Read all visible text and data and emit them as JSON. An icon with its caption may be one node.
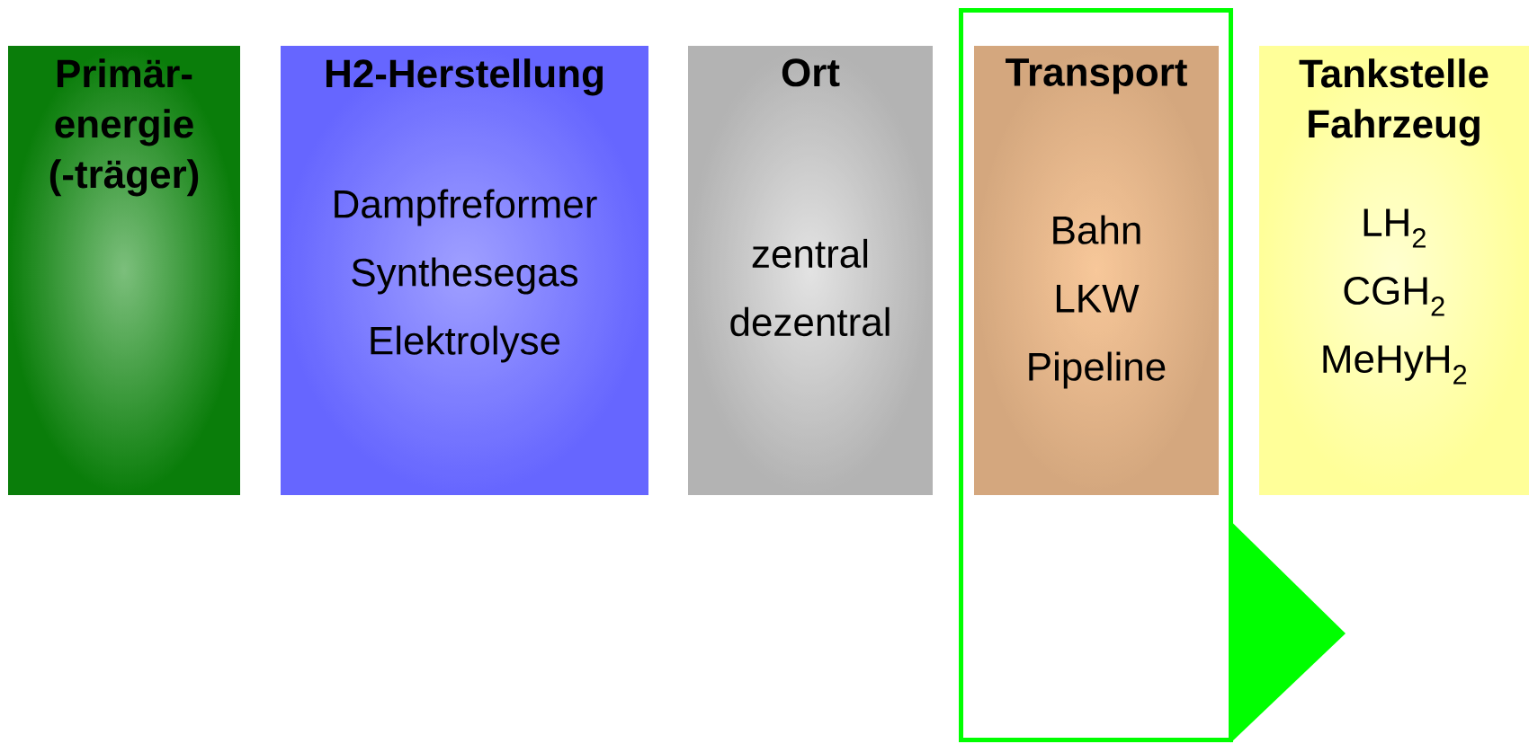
{
  "diagram": {
    "nodes": [
      {
        "text": [
          "Primär- energie (-träger)"
        ]
      },
      {
        "text": [
          "H2-Herstellung",
          "Dampfreformer Synthesegas Elektrolyse"
        ]
      },
      {
        "text": [
          "Ort",
          "zentral dezentral"
        ]
      },
      {
        "text": [],
        "shape": "box"
      },
      {
        "text": [
          "Transport",
          "Bahn LKW Pipeline"
        ],
        "in": 3
      },
      {
        "text": [
          "Tankstelle Fahrzeug",
          "LH$_{2}$ CGH$_{2}$ MeHyH$_{2}$"
        ]
      }
    ]
  }
}
